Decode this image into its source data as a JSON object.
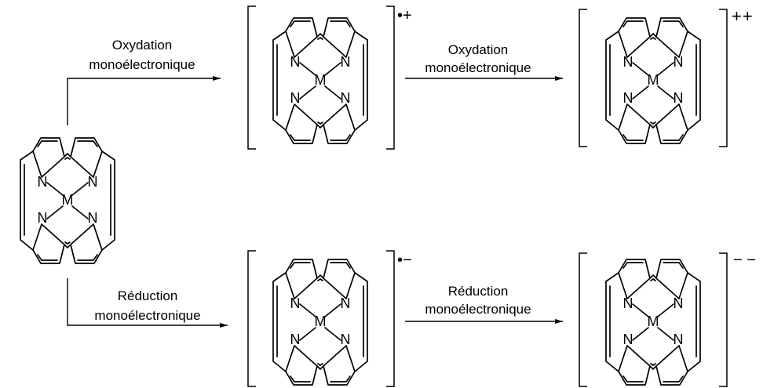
{
  "atoms": {
    "nitrogen": "N",
    "metal": "M"
  },
  "reactions": {
    "oxidation": {
      "line1": "Oxydation",
      "line2": "monoélectronique"
    },
    "reduction": {
      "line1": "Réduction",
      "line2": "monoélectronique"
    }
  },
  "charges": {
    "radical_cation": "•+",
    "dication": "++",
    "radical_anion": "•−",
    "dianion": "− −"
  }
}
